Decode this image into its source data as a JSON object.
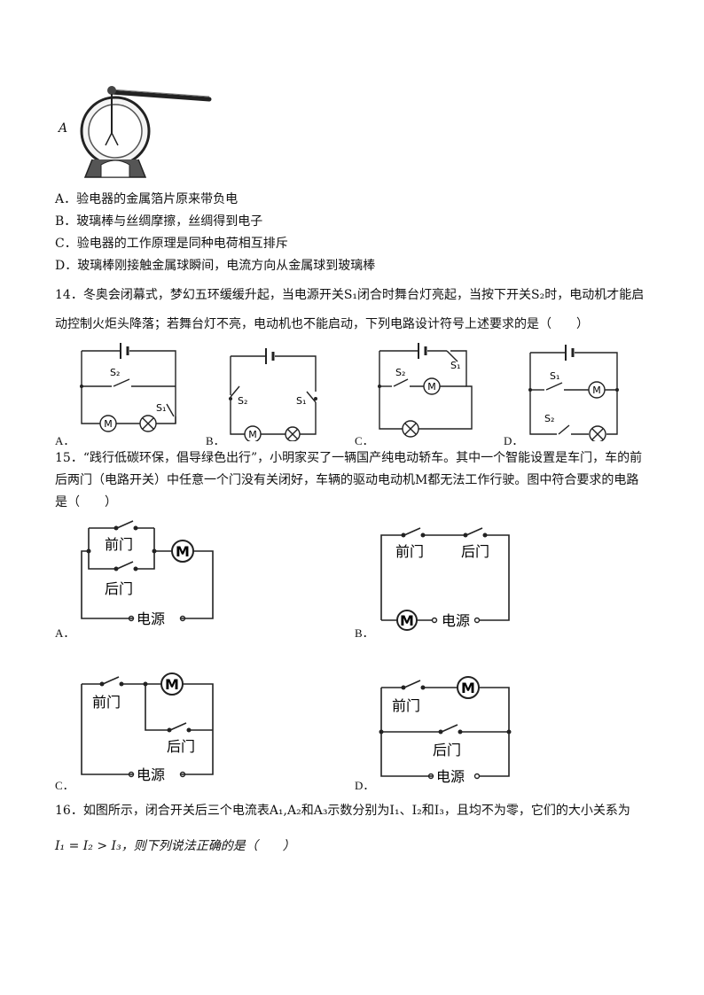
{
  "q13": {
    "figure_label": "A",
    "options": [
      "A．验电器的金属箔片原来带负电",
      "B．玻璃棒与丝绸摩擦，丝绸得到电子",
      "C．验电器的工作原理是同种电荷相互排斥",
      "D．玻璃棒刚接触金属球瞬间，电流方向从金属球到玻璃棒"
    ]
  },
  "q14": {
    "line1": "14．冬奥会闭幕式，梦幻五环缓缓升起，当电源开关S₁闭合时舞台灯亮起，当按下开关S₂时，电动机才能启",
    "line2": "动控制火炬头降落；若舞台灯不亮，电动机也不能启动，下列电路设计符号上述要求的是（　　）",
    "letters": [
      "A．",
      "B．",
      "C．",
      "D．"
    ],
    "s1": "S₁",
    "s2": "S₂",
    "motor": "M"
  },
  "q15": {
    "line1": "15．“践行低碳环保，倡导绿色出行”，小明家买了一辆国产纯电动轿车。其中一个智能设置是车门，车的前",
    "line2": "后两门（电路开关）中任意一个门没有关闭好，车辆的驱动电动机M都无法工作行驶。图中符合要求的电路",
    "line3": "是（　　）",
    "letters": [
      "A．",
      "B．",
      "C．",
      "D．"
    ],
    "front_door": "前门",
    "back_door": "后门",
    "power": "电源",
    "motor": "M"
  },
  "q16": {
    "line1": "16．如图所示，闭合开关后三个电流表A₁,A₂和A₃示数分别为I₁、I₂和I₃，且均不为零，它们的大小关系为",
    "line2": "I₁ = I₂ > I₃，则下列说法正确的是（　　）"
  }
}
